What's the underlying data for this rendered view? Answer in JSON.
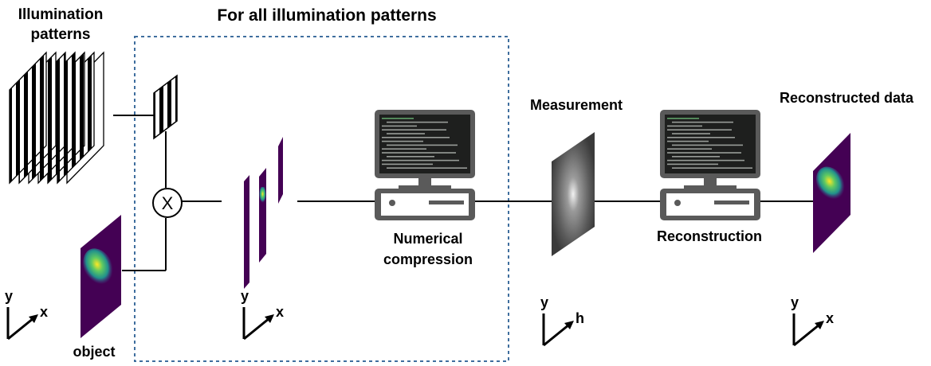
{
  "labels": {
    "illumination_line1": "Illumination",
    "illumination_line2": "patterns",
    "for_all": "For all illumination patterns",
    "multiply_symbol": "X",
    "object": "object",
    "numerical_line1": "Numerical",
    "numerical_line2": "compression",
    "measurement": "Measurement",
    "reconstruction": "Reconstruction",
    "reconstructed": "Reconstructed data"
  },
  "axes": [
    {
      "v": "y",
      "h": "x"
    },
    {
      "v": "y",
      "h": "x"
    },
    {
      "v": "y",
      "h": "h"
    },
    {
      "v": "y",
      "h": "x"
    }
  ],
  "colors": {
    "frame_dash": "#3f6e9e",
    "viridis_dark": "#440154",
    "viridis_mid": "#21918c",
    "viridis_light": "#fde725",
    "monitor_frame": "#5a5a5a",
    "screen_bg": "#1e1f1e"
  }
}
